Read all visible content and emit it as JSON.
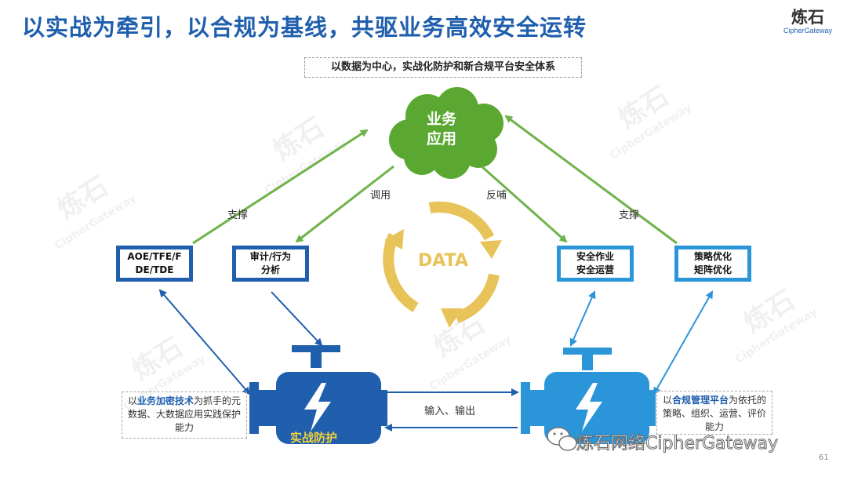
{
  "header": {
    "title": "以实战为牵引，以合规为基线，共驱业务高效安全运转",
    "logo_main": "炼石",
    "logo_sub": "CipherGateway"
  },
  "subtitle": "以数据为中心，实战化防护和新合规平台安全体系",
  "cloud": {
    "line1": "业务",
    "line2": "应用",
    "color": "#5aa832"
  },
  "labels": {
    "support_left": "支撑",
    "support_right": "支撑",
    "invoke": "调用",
    "feedback": "反哺",
    "io": "输入、输出"
  },
  "boxes": {
    "aoe_line1": "AOE/TFE/F",
    "aoe_line2": "DE/TDE",
    "audit_line1": "审计/行为",
    "audit_line2": "分析",
    "secops_line1": "安全作业",
    "secops_line2": "安全运营",
    "strategy_line1": "策略优化",
    "strategy_line2": "矩阵优化"
  },
  "data_cycle": {
    "label": "DATA",
    "color": "#e8c35a"
  },
  "left_desc": {
    "prefix": "以",
    "highlight": "业务加密技术",
    "suffix": "为抓手的元数据、大数据应用实践保护能力"
  },
  "right_desc": {
    "prefix": "以",
    "highlight": "合规管理平台",
    "suffix": "为依托的策略、组织、运营、评价能力"
  },
  "engines": {
    "left_label": "实战防护",
    "right_label": "",
    "left_color": "#1f5fae",
    "right_color": "#2a95d8"
  },
  "footer": {
    "brand": "炼石网络CipherGateway",
    "page": "61"
  },
  "watermark": {
    "main": "炼石",
    "sub": "CipherGateway"
  },
  "colors": {
    "green_arrow": "#6fb24a",
    "dark_blue": "#1f5fae",
    "light_blue": "#2a95d8"
  }
}
